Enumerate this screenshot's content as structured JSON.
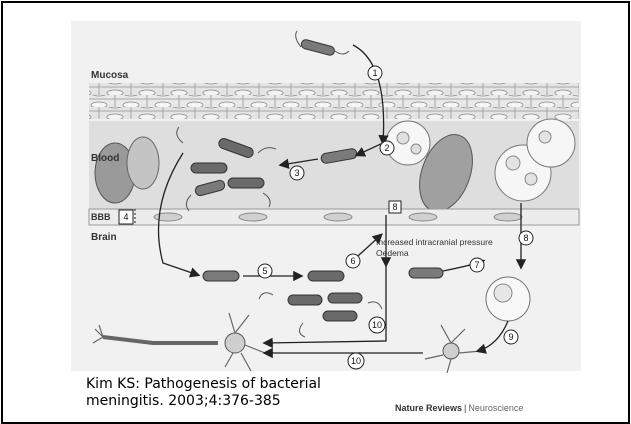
{
  "labels": {
    "mucosa": "Mucosa",
    "blood": "Blood",
    "bbb": "BBB",
    "brain": "Brain"
  },
  "steps": [
    "1",
    "2",
    "3",
    "4",
    "5",
    "6",
    "7",
    "8",
    "8",
    "9",
    "10",
    "10"
  ],
  "annotation": {
    "line1": "Increased intracranial pressure",
    "line2": "Oedema"
  },
  "citation": {
    "line1": "Kim KS: Pathogenesis of bacterial",
    "line2": "meningitis.  2003;4:376-385"
  },
  "credit": {
    "journal": "Nature Reviews",
    "separator": "|",
    "section": "Neuroscience"
  }
}
